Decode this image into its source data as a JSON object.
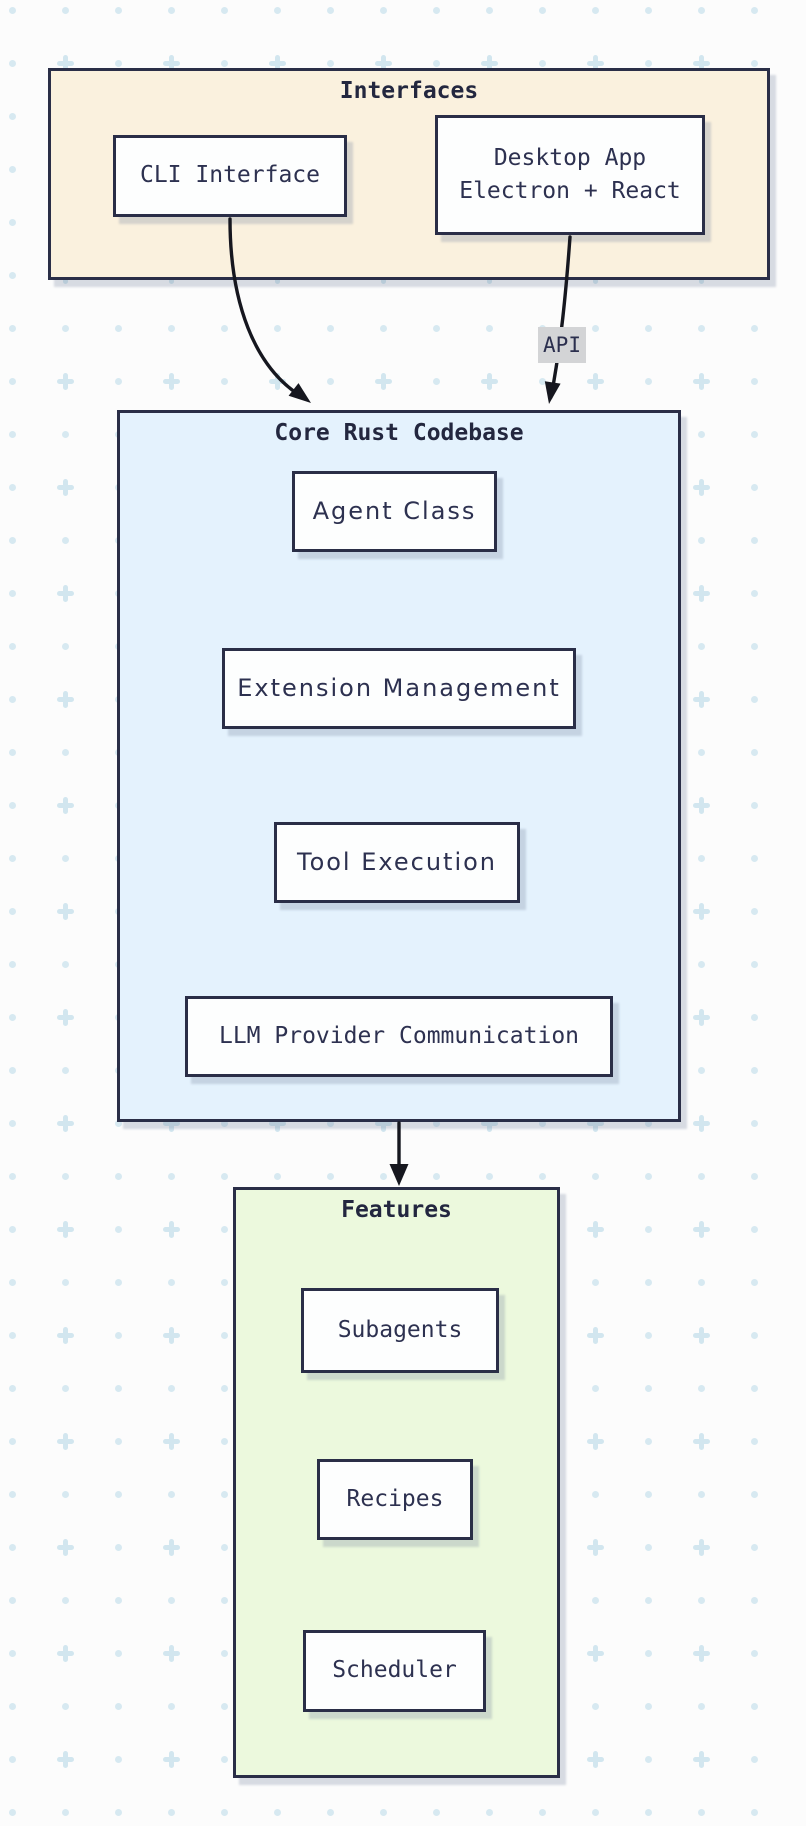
{
  "diagram": {
    "clusters": {
      "interfaces": {
        "title": "Interfaces",
        "nodes": {
          "cli": {
            "label": "CLI Interface"
          },
          "desktop": {
            "label_line1": "Desktop App",
            "label_line2": "Electron + React"
          }
        }
      },
      "core": {
        "title": "Core Rust Codebase",
        "nodes": {
          "agent": {
            "label": "Agent Class"
          },
          "extension": {
            "label": "Extension Management"
          },
          "tool": {
            "label": "Tool Execution"
          },
          "llm": {
            "label": "LLM Provider Communication"
          }
        }
      },
      "features": {
        "title": "Features",
        "nodes": {
          "subagents": {
            "label": "Subagents"
          },
          "recipes": {
            "label": "Recipes"
          },
          "scheduler": {
            "label": "Scheduler"
          }
        }
      }
    },
    "edges": {
      "cli_to_core": {
        "from": "CLI Interface",
        "to": "Core Rust Codebase",
        "label": ""
      },
      "desktop_to_core": {
        "from": "Desktop App",
        "to": "Core Rust Codebase",
        "label": "API"
      },
      "core_to_features": {
        "from": "Core Rust Codebase",
        "to": "Features",
        "label": ""
      }
    }
  },
  "theme": {
    "page_background": "#fcfcfc",
    "pattern_dot_color": "#d7e9f1",
    "pattern_plus_color": "#d2e6ef",
    "border_color": "#2a2e47",
    "text_color": "#2d3150",
    "arrow_color": "#16171f",
    "node_fill": "#fdfefe",
    "cluster_fill_interfaces": "#faf1de",
    "cluster_fill_core": "#e4f2fd",
    "cluster_fill_features": "#ecf9dd",
    "edge_label_background": "#d3d4d6"
  }
}
